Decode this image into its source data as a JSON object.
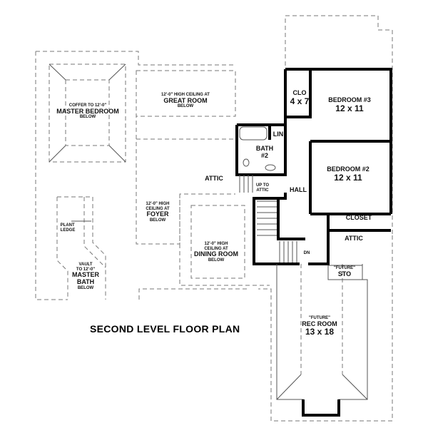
{
  "title": "SECOND LEVEL FLOOR PLAN",
  "rooms": {
    "master_bedroom": {
      "note": "COFFER TO 12'-0\"",
      "name": "MASTER BEDROOM",
      "below": "BELOW"
    },
    "great_room": {
      "note": "12'-0\" HIGH CEILING AT",
      "name": "GREAT ROOM",
      "below": "BELOW"
    },
    "foyer": {
      "note1": "12'-0\" HIGH",
      "note2": "CEILING AT",
      "name": "FOYER",
      "below": "BELOW"
    },
    "dining_room": {
      "note1": "12'-0\" HIGH",
      "note2": "CEILING AT",
      "name": "DINING ROOM",
      "below": "BELOW"
    },
    "master_bath": {
      "note1": "VAULT",
      "note2": "TO 12'-0\"",
      "name1": "MASTER",
      "name2": "BATH",
      "below": "BELOW"
    },
    "plant_ledge": {
      "line1": "PLANT",
      "line2": "LEDGE"
    },
    "attic_left": "ATTIC",
    "attic_right": "ATTIC",
    "clo": {
      "name": "CLO",
      "size": "4 x 7"
    },
    "bedroom3": {
      "name": "BEDROOM #3",
      "size": "12 x 11"
    },
    "bedroom2": {
      "name": "BEDROOM #2",
      "size": "12 x 11"
    },
    "lin": "LIN",
    "bath2": {
      "name1": "BATH",
      "name2": "#2"
    },
    "up_to_attic": {
      "line1": "UP TO",
      "line2": "ATTIC"
    },
    "hall": "HALL",
    "closet": "CLOSET",
    "dn": "DN",
    "sto": {
      "note": "\"FUTURE\"",
      "name": "STO"
    },
    "rec_room": {
      "note": "\"FUTURE\"",
      "name": "REC ROOM",
      "size": "13 x 18"
    }
  }
}
